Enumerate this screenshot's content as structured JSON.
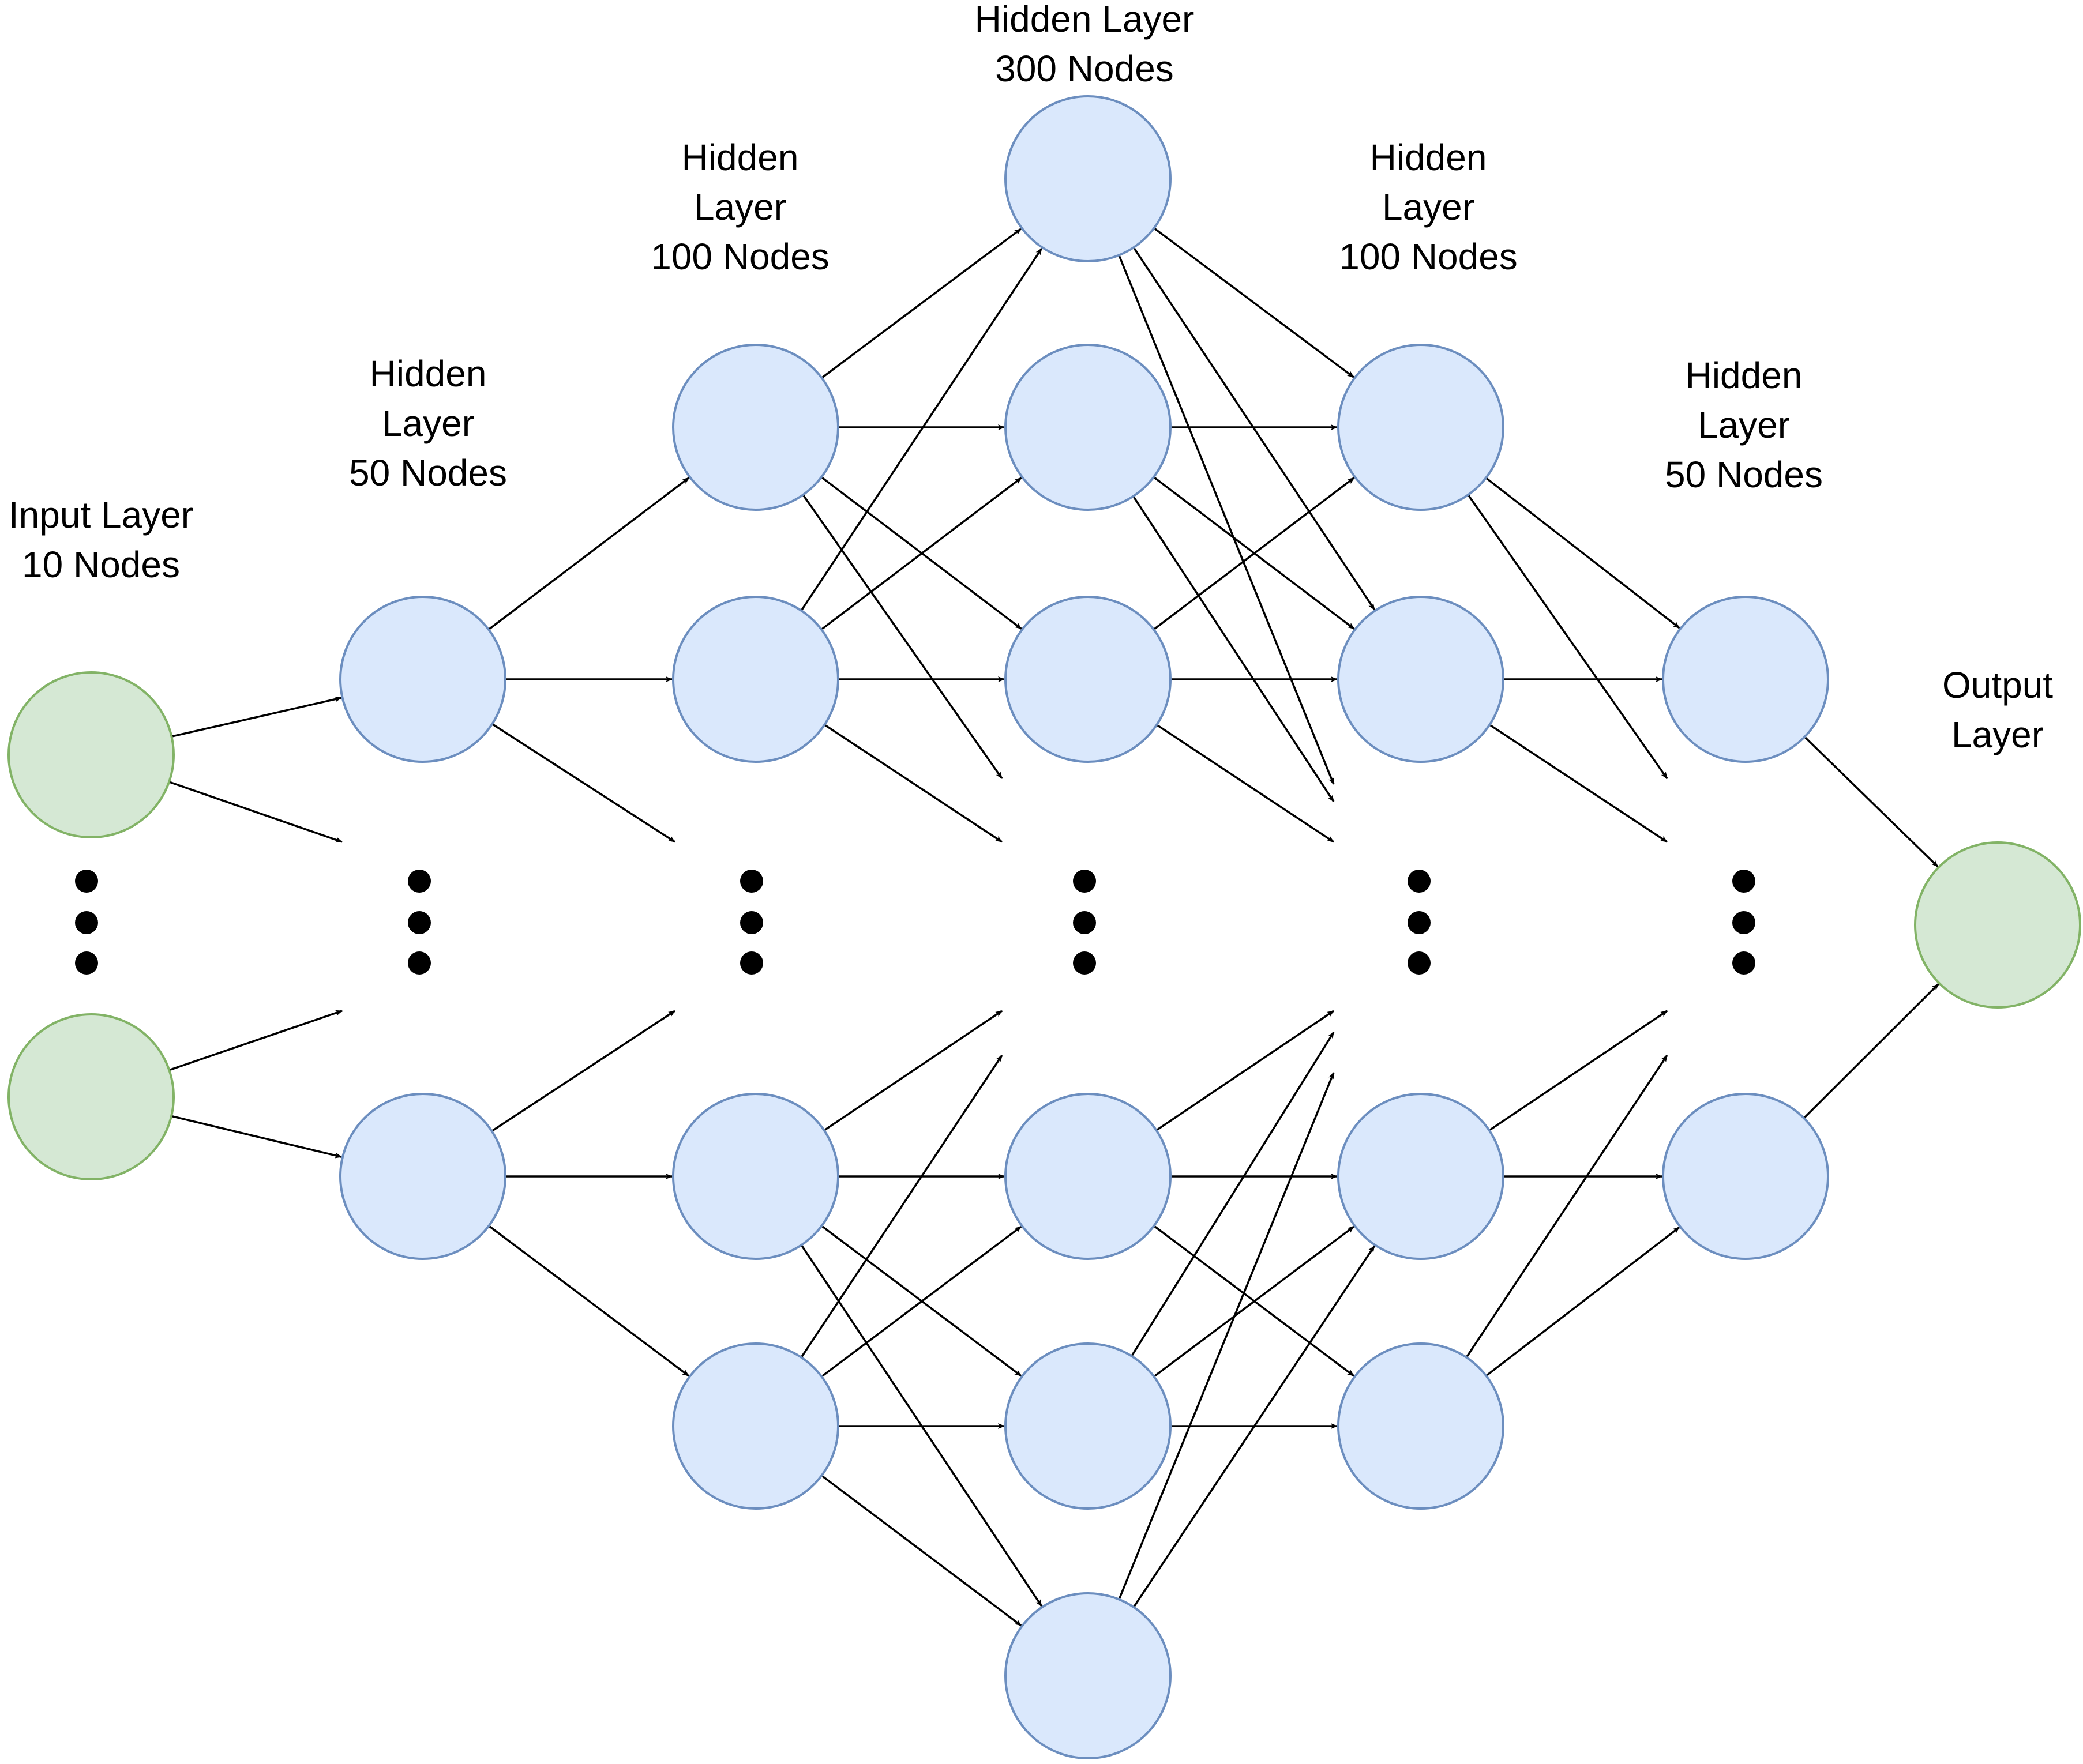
{
  "labels": {
    "input": {
      "line1": "Input Layer",
      "line2": "10 Nodes"
    },
    "hidden1": {
      "line1": "Hidden",
      "line2": "Layer",
      "line3": "50 Nodes"
    },
    "hidden2": {
      "line1": "Hidden",
      "line2": "Layer",
      "line3": "100 Nodes"
    },
    "hidden3": {
      "line1": "Hidden Layer",
      "line2": "300 Nodes"
    },
    "hidden4": {
      "line1": "Hidden",
      "line2": "Layer",
      "line3": "100 Nodes"
    },
    "hidden5": {
      "line1": "Hidden",
      "line2": "Layer",
      "line3": "50 Nodes"
    },
    "output": {
      "line1": "Output",
      "line2": "Layer"
    }
  },
  "colors": {
    "input_fill": "#d5e8d4",
    "input_stroke": "#82b366",
    "hidden_fill": "#dae8fc",
    "hidden_stroke": "#6c8ebf",
    "edge": "#000000",
    "ellipsis_dot": "#000000"
  }
}
